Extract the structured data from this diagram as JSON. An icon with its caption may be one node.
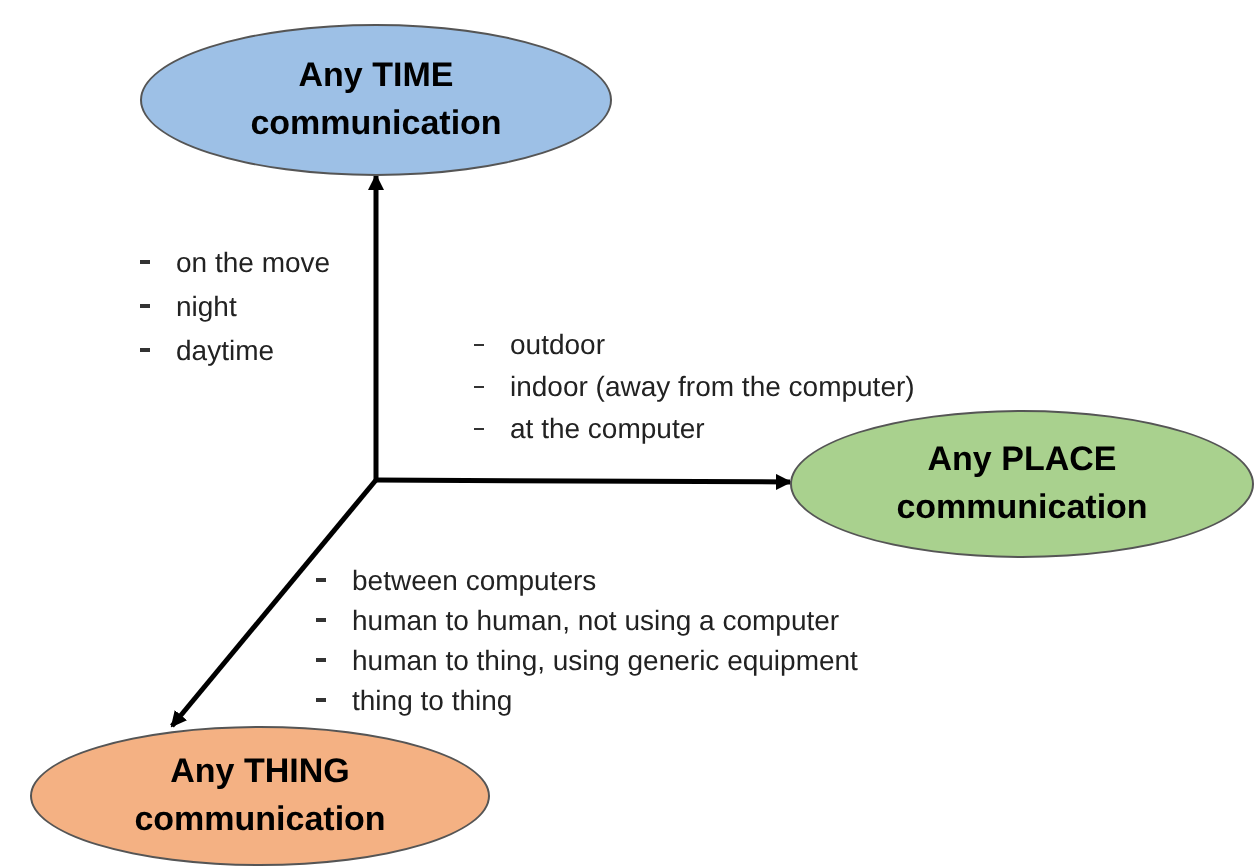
{
  "diagram": {
    "nodes": [
      {
        "text": [
          "Any TIME communication"
        ]
      },
      {
        "text": [
          "Any PLACE communication"
        ]
      },
      {
        "text": [
          "Any THING communication"
        ]
      }
    ],
    "edges": [
      {
        "from": null,
        "to": 0,
        "arrow": "to"
      },
      {
        "from": null,
        "to": 1,
        "arrow": "to"
      },
      {
        "from": null,
        "to": 2,
        "arrow": "to"
      }
    ],
    "labels": [
      "on the move",
      "night",
      "daytime",
      "outdoor",
      "indoor (away from the computer)",
      "at the computer",
      "between computers",
      "human to human, not using a computer",
      "human to thing, using generic equipment",
      "thing to thing"
    ]
  }
}
